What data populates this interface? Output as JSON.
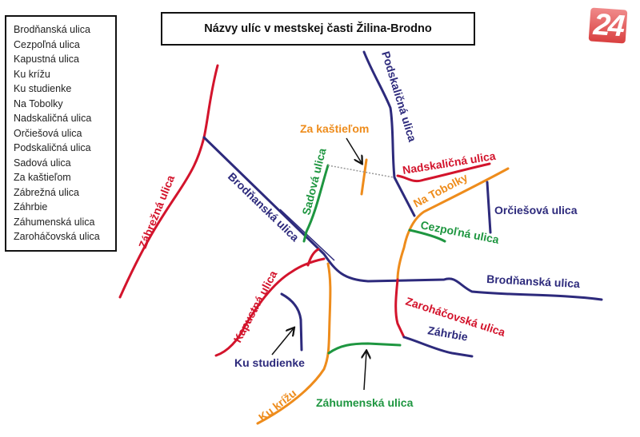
{
  "title": "Názvy ulíc v mestskej časti Žilina-Brodno",
  "logo": "24",
  "legend": [
    "Brodňanská ulica",
    "Cezpoľná ulica",
    "Kapustná ulica",
    "Ku krížu",
    "Ku studienke",
    "Na Tobolky",
    "Nadskaličná ulica",
    "Orčiešová ulica",
    "Podskaličná ulica",
    "Sadová ulica",
    "Za kaštieľom",
    "Zábrežná ulica",
    "Záhrbie",
    "Záhumenská ulica",
    "Zaroháčovská ulica"
  ],
  "colors": {
    "navy": "#2d2a7c",
    "red": "#d3142c",
    "green": "#1e9640",
    "orange": "#ee8c1c"
  },
  "labels": {
    "zabrezna": "Zábrežná ulica",
    "brodnanska1": "Brodňanská ulica",
    "brodnanska2": "Brodňanská ulica",
    "podskalicna": "Podskaličná ulica",
    "nadskalicna": "Nadskaličná ulica",
    "natobolky": "Na Tobolky",
    "orciesova": "Orčiešová ulica",
    "cezpolna": "Cezpoľná ulica",
    "sadova": "Sadová ulica",
    "zakastielom": "Za kaštieľom",
    "kapustna": "Kapustná ulica",
    "kustudienke": "Ku studienke",
    "kukrizu": "Ku krížu",
    "zahumenska": "Záhumenská ulica",
    "zarohacovska": "Zaroháčovská ulica",
    "zahrbie": "Záhrbie"
  }
}
